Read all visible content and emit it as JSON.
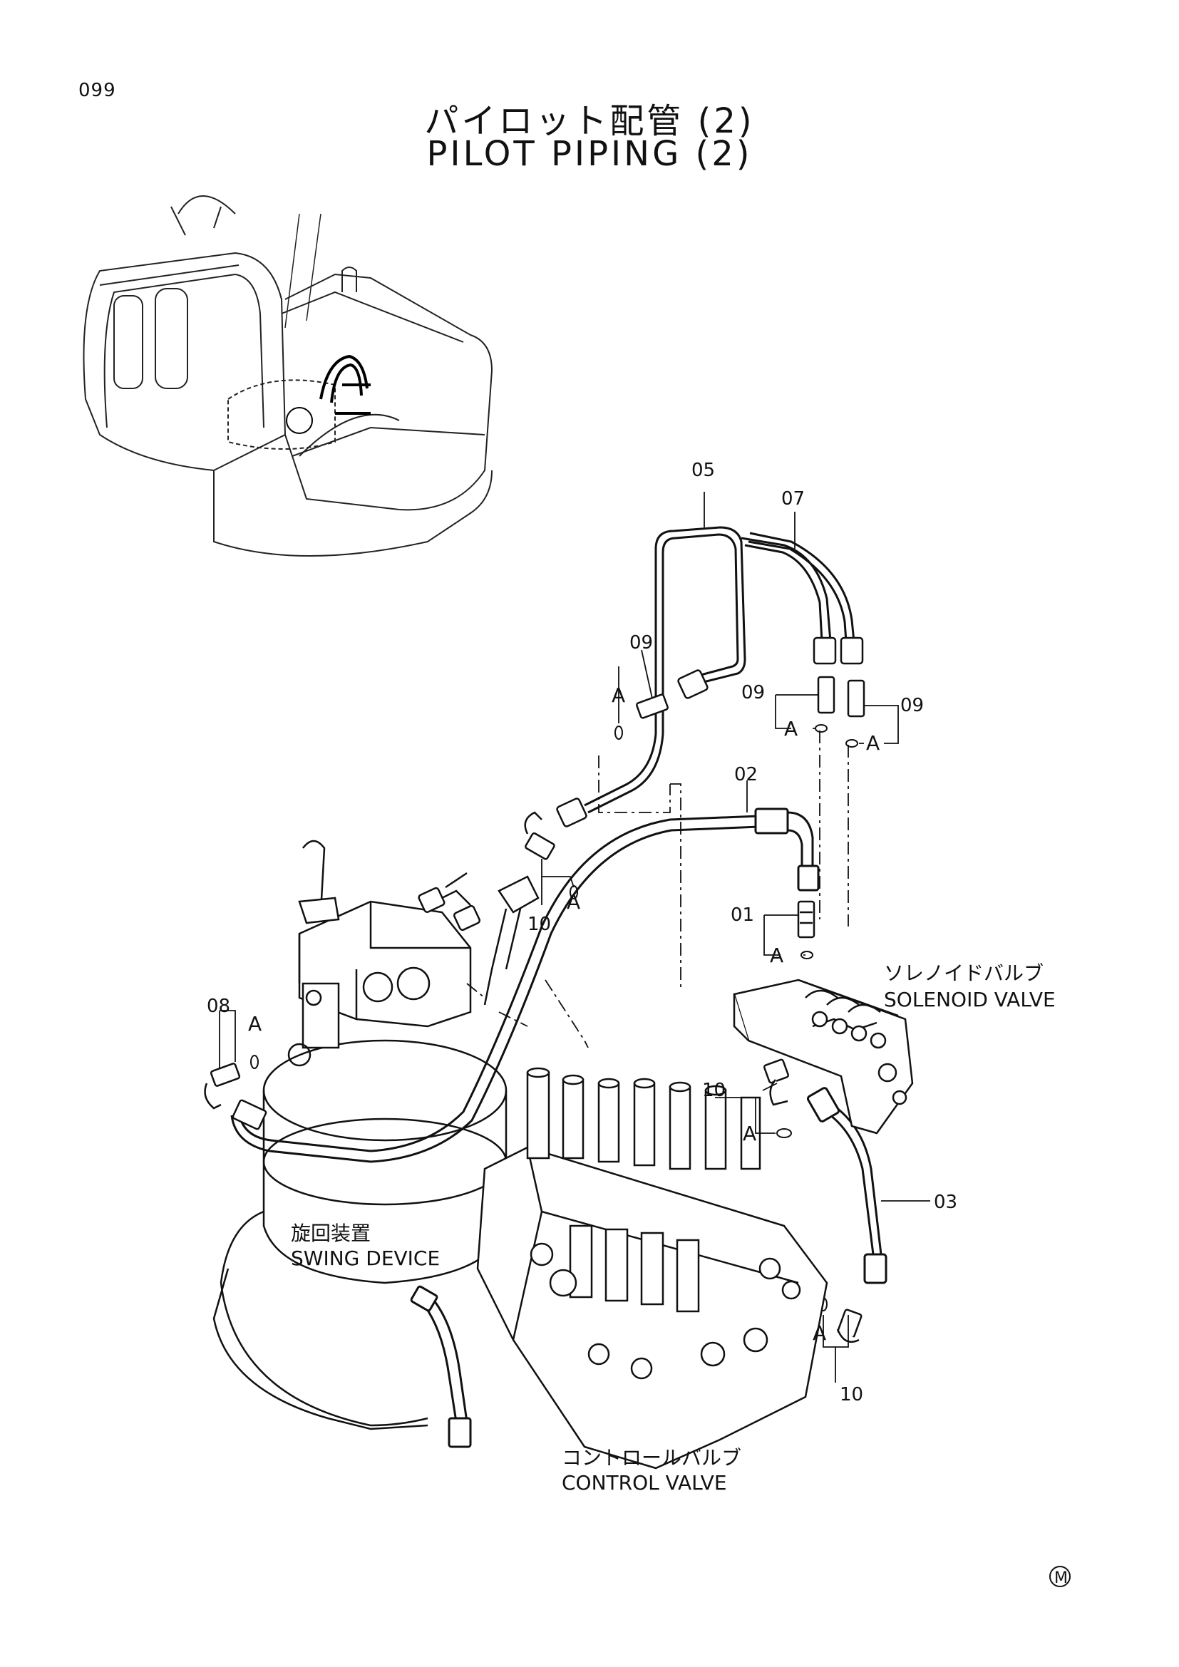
{
  "page_number": "099",
  "title": {
    "japanese": "パイロット配管 (2)",
    "english": "PILOT PIPING (2)"
  },
  "callouts": {
    "c01": "01",
    "c02": "02",
    "c03": "03",
    "c05": "05",
    "c07": "07",
    "c08": "08",
    "c09a": "09",
    "c09b": "09",
    "c09c": "09",
    "c10a": "10",
    "c10b": "10",
    "c10c": "10"
  },
  "detail_marks": {
    "a1": "A",
    "a2": "A",
    "a3": "A",
    "a4": "A",
    "a5": "A",
    "a6": "A",
    "a7": "A",
    "a8": "A"
  },
  "components": {
    "solenoid_valve": {
      "japanese": "ソレノイドバルブ",
      "english": "SOLENOID VALVE"
    },
    "swing_device": {
      "japanese": "旋回装置",
      "english": "SWING DEVICE"
    },
    "control_valve": {
      "japanese": "コントロールバルブ",
      "english": "CONTROL VALVE"
    }
  },
  "manufacturer_mark": "M"
}
